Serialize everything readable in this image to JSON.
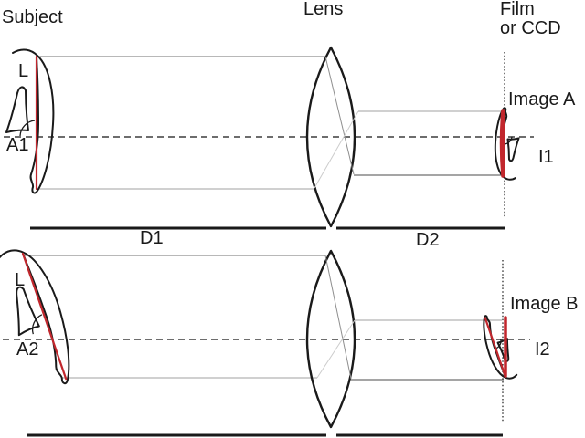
{
  "labels": {
    "subject": "Subject",
    "lens": "Lens",
    "film_line1": "Film",
    "film_line2": "or CCD",
    "image_a": "Image A",
    "i1": "I1",
    "l1": "L",
    "a1": "A1",
    "d1": "D1",
    "d2": "D2",
    "l2": "L",
    "a2": "A2",
    "image_b": "Image B",
    "i2": "I2"
  },
  "colors": {
    "line_red": "#c1272d",
    "outline_black": "#1a1a1a",
    "axis_dark": "#3d3d3d",
    "ray_gray": "#8e8e8e",
    "ray_dark": "#6f6f6f",
    "ray_light": "#b4b4b4",
    "ray_faint": "#cccccc",
    "background": "#ffffff"
  }
}
